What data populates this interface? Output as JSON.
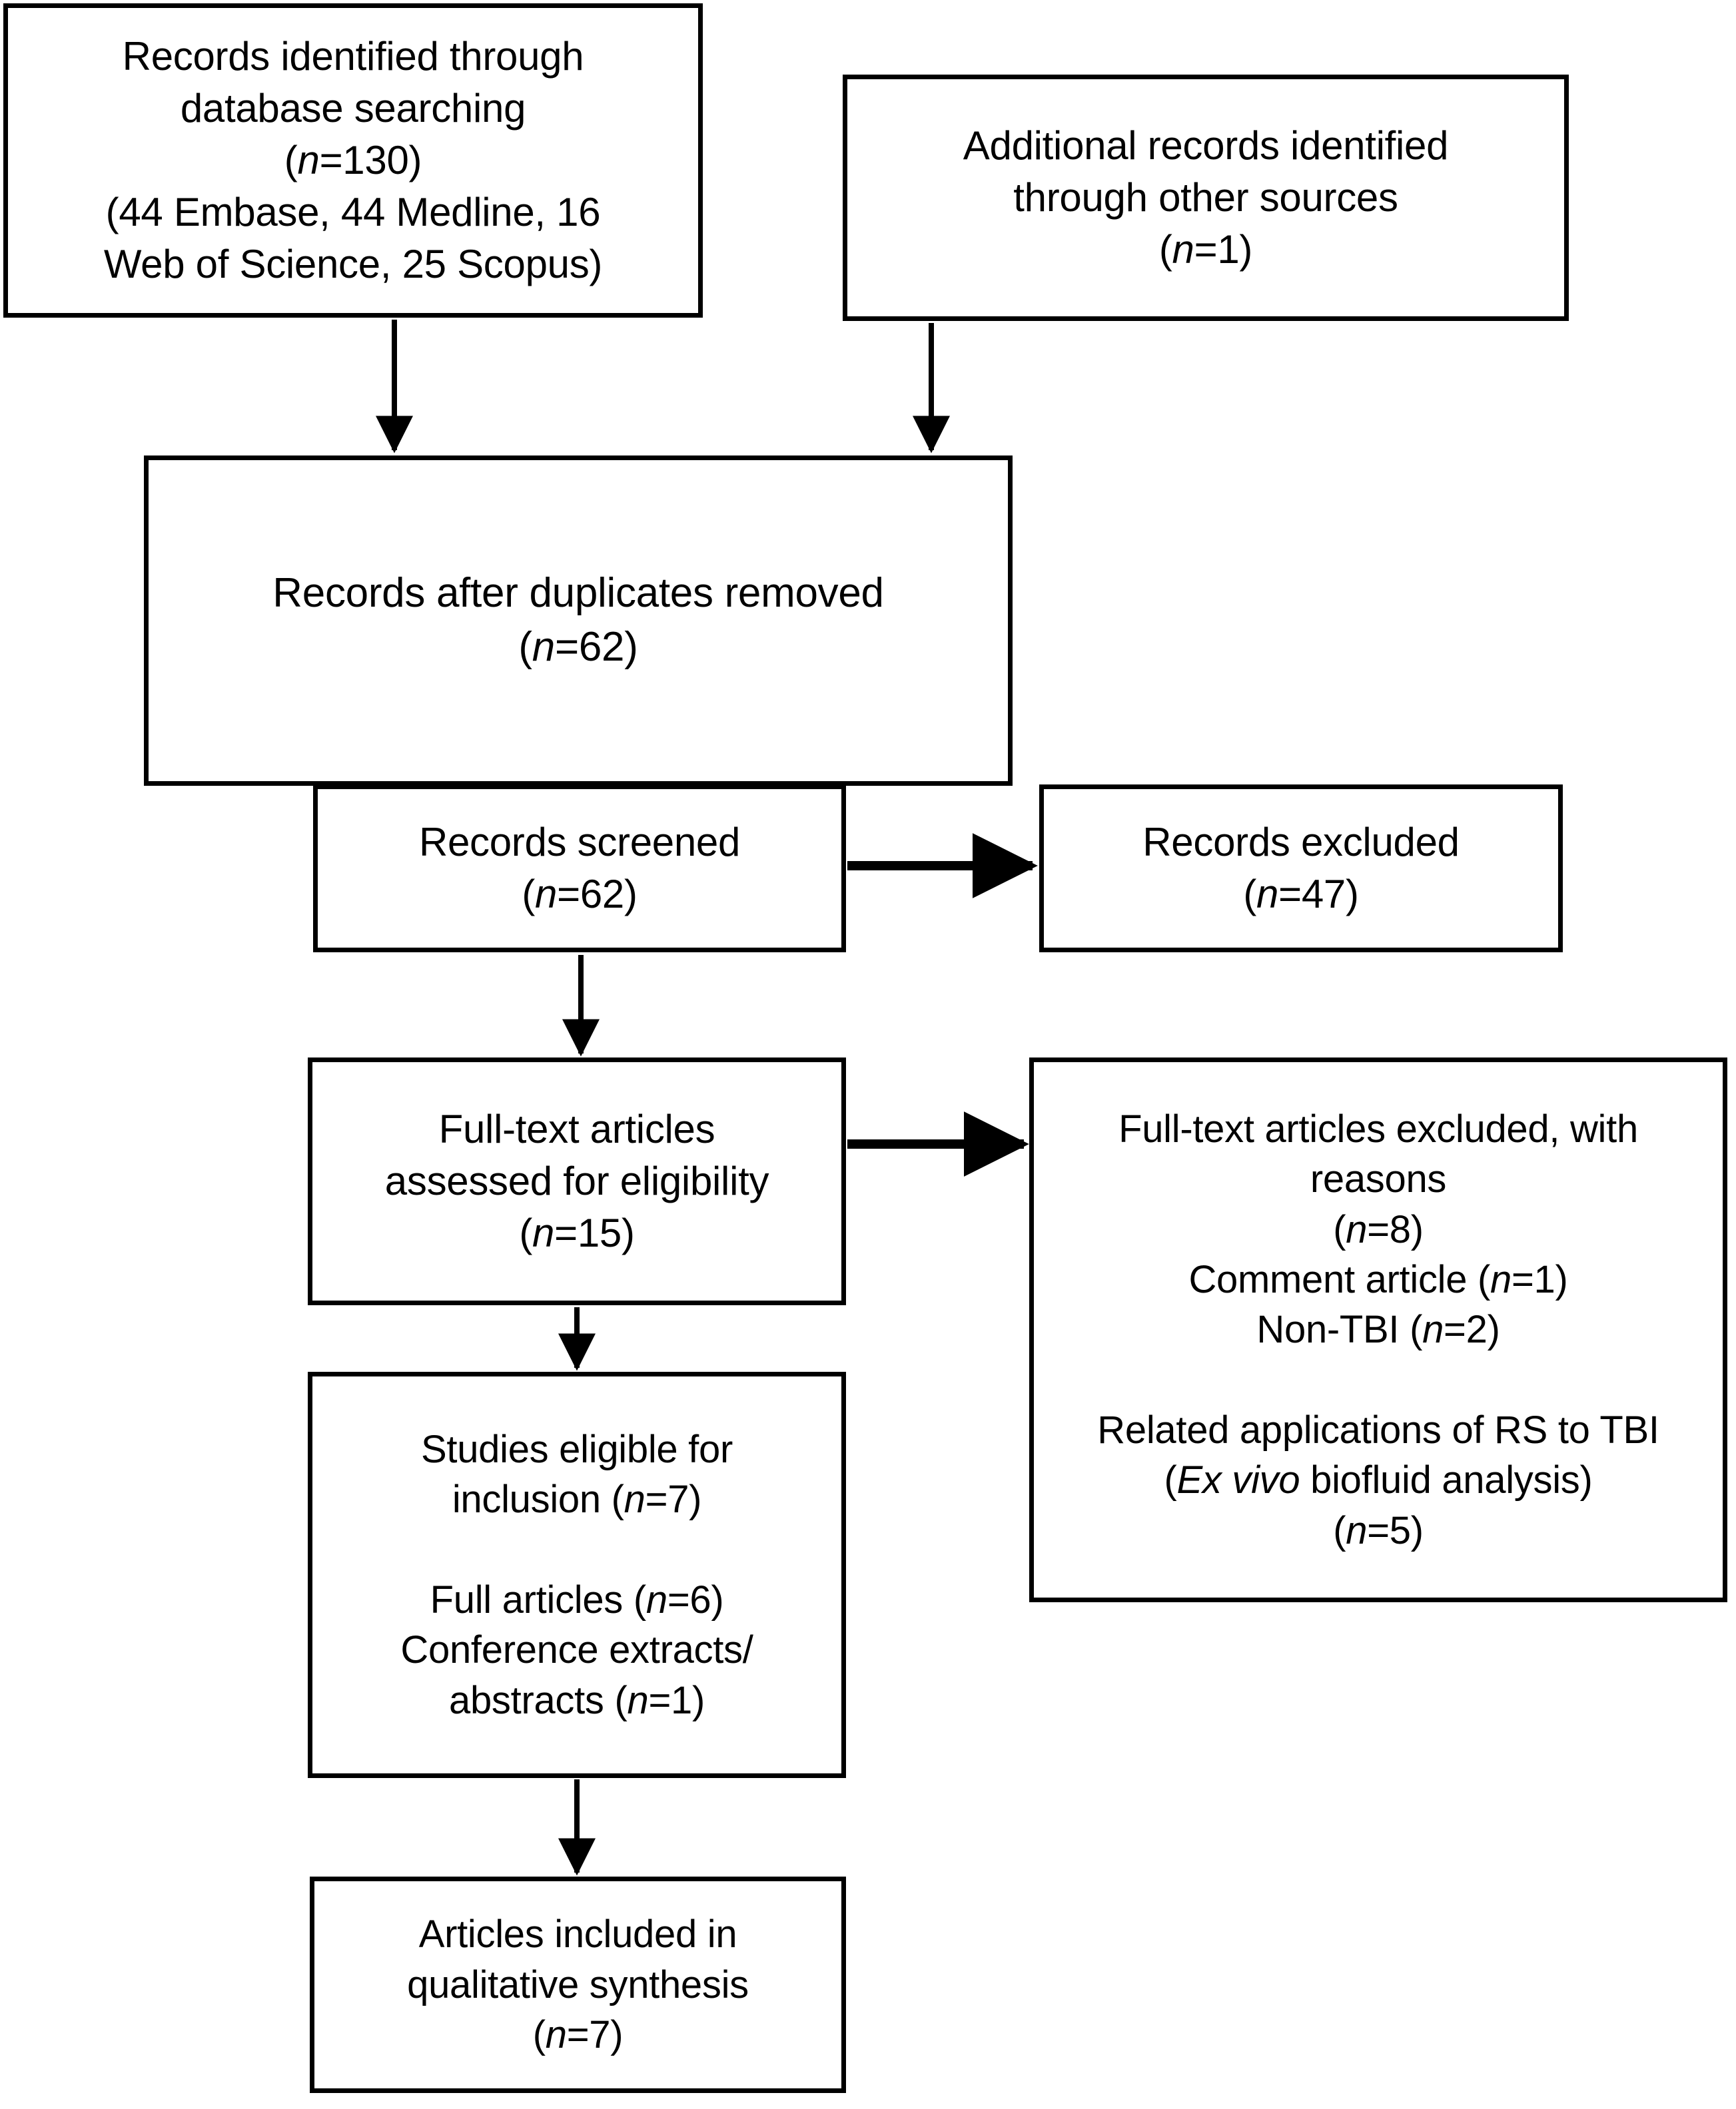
{
  "diagram": {
    "title": "PRISMA flow diagram",
    "type": "flowchart",
    "stroke_color": "#000000",
    "fill_color": "#ffffff",
    "text_color": "#000000",
    "nodes": [
      {
        "id": "identified",
        "name": "records-identified-through-database-searching",
        "lines": [
          "Records identified through",
          "database searching",
          "(n=130)",
          "(44 Embase, 44 Medline, 16",
          "Web of Science, 25 Scopus)"
        ],
        "text": "Records identified through\ndatabase searching\n(n=130)\n(44 Embase, 44 Medline, 16\nWeb of Science, 25 Scopus)",
        "n": 130,
        "breakdown": [
          {
            "source": "Embase",
            "count": 44
          },
          {
            "source": "Medline",
            "count": 44
          },
          {
            "source": "Web of Science",
            "count": 16
          },
          {
            "source": "Scopus",
            "count": 25
          }
        ]
      },
      {
        "id": "additional",
        "name": "additional-records-identified-through-other-sources",
        "lines": [
          "Additional records identified",
          "through  other sources",
          "(n=1)"
        ],
        "text": "Additional records identified\nthrough  other sources\n(n=1)",
        "n": 1
      },
      {
        "id": "duplicates",
        "name": "records-after-duplicates-removed",
        "lines": [
          "Records after duplicates removed",
          "(n=62)"
        ],
        "text": "Records after duplicates removed\n(n=62)",
        "n": 62
      },
      {
        "id": "screened",
        "name": "records-screened",
        "lines": [
          "Records screened",
          "(n=62)"
        ],
        "text": "Records screened\n(n=62)",
        "n": 62
      },
      {
        "id": "excluded",
        "name": "records-excluded",
        "lines": [
          "Records excluded",
          "(n=47)"
        ],
        "text": "Records excluded\n(n=47)",
        "n": 47
      },
      {
        "id": "fulltext",
        "name": "full-text-articles-assessed-for-eligibility",
        "lines": [
          "Full-text  articles",
          "assessed for eligibility",
          "(n=15)"
        ],
        "text": "Full-text  articles\nassessed for eligibility\n(n=15)",
        "n": 15
      },
      {
        "id": "fulltext_excluded",
        "name": "full-text-articles-excluded-with-reasons",
        "lines": [
          "Full-text  articles excluded, with",
          "reasons",
          "(n=8)",
          "Comment article (n=1)",
          "Non-TBI  (n=2)",
          "",
          "Related applications of RS to TBI",
          "(Ex vivo biofluid analysis)",
          "(n=5)"
        ],
        "text": "Full-text  articles excluded, with\nreasons\n(n=8)\nComment article (n=1)\nNon-TBI  (n=2)\n\nRelated applications of RS to TBI\n(Ex vivo biofluid analysis)\n(n=5)",
        "n": 8,
        "reasons": [
          {
            "reason": "Comment article",
            "n": 1
          },
          {
            "reason": "Non-TBI",
            "n": 2
          },
          {
            "reason": "Related applications of RS to TBI (Ex vivo biofluid analysis)",
            "n": 5
          }
        ]
      },
      {
        "id": "eligible",
        "name": "studies-eligible-for-inclusion",
        "lines": [
          "Studies eligible for",
          "inclusion (n=7)",
          "",
          "Full articles (n=6)",
          "Conference extracts/",
          "abstracts (n=1)"
        ],
        "text": "Studies eligible for\ninclusion (n=7)\n\nFull articles (n=6)\nConference extracts/\nabstracts (n=1)",
        "n": 7,
        "breakdown": [
          {
            "kind": "Full articles",
            "n": 6
          },
          {
            "kind": "Conference extracts/abstracts",
            "n": 1
          }
        ]
      },
      {
        "id": "included",
        "name": "articles-included-in-qualitative-synthesis",
        "lines": [
          "Articles included in",
          "qualitative  synthesis",
          "(n=7)"
        ],
        "text": "Articles included in\nqualitative  synthesis\n(n=7)",
        "n": 7
      }
    ],
    "edges": [
      {
        "from": "identified",
        "to": "duplicates",
        "style": "arrow-down"
      },
      {
        "from": "additional",
        "to": "duplicates",
        "style": "arrow-down"
      },
      {
        "from": "duplicates",
        "to": "screened",
        "style": "arrow-down"
      },
      {
        "from": "screened",
        "to": "excluded",
        "style": "arrow-right"
      },
      {
        "from": "screened",
        "to": "fulltext",
        "style": "arrow-down"
      },
      {
        "from": "fulltext",
        "to": "fulltext_excluded",
        "style": "arrow-right"
      },
      {
        "from": "fulltext",
        "to": "eligible",
        "style": "arrow-down"
      },
      {
        "from": "eligible",
        "to": "included",
        "style": "arrow-down"
      }
    ]
  }
}
